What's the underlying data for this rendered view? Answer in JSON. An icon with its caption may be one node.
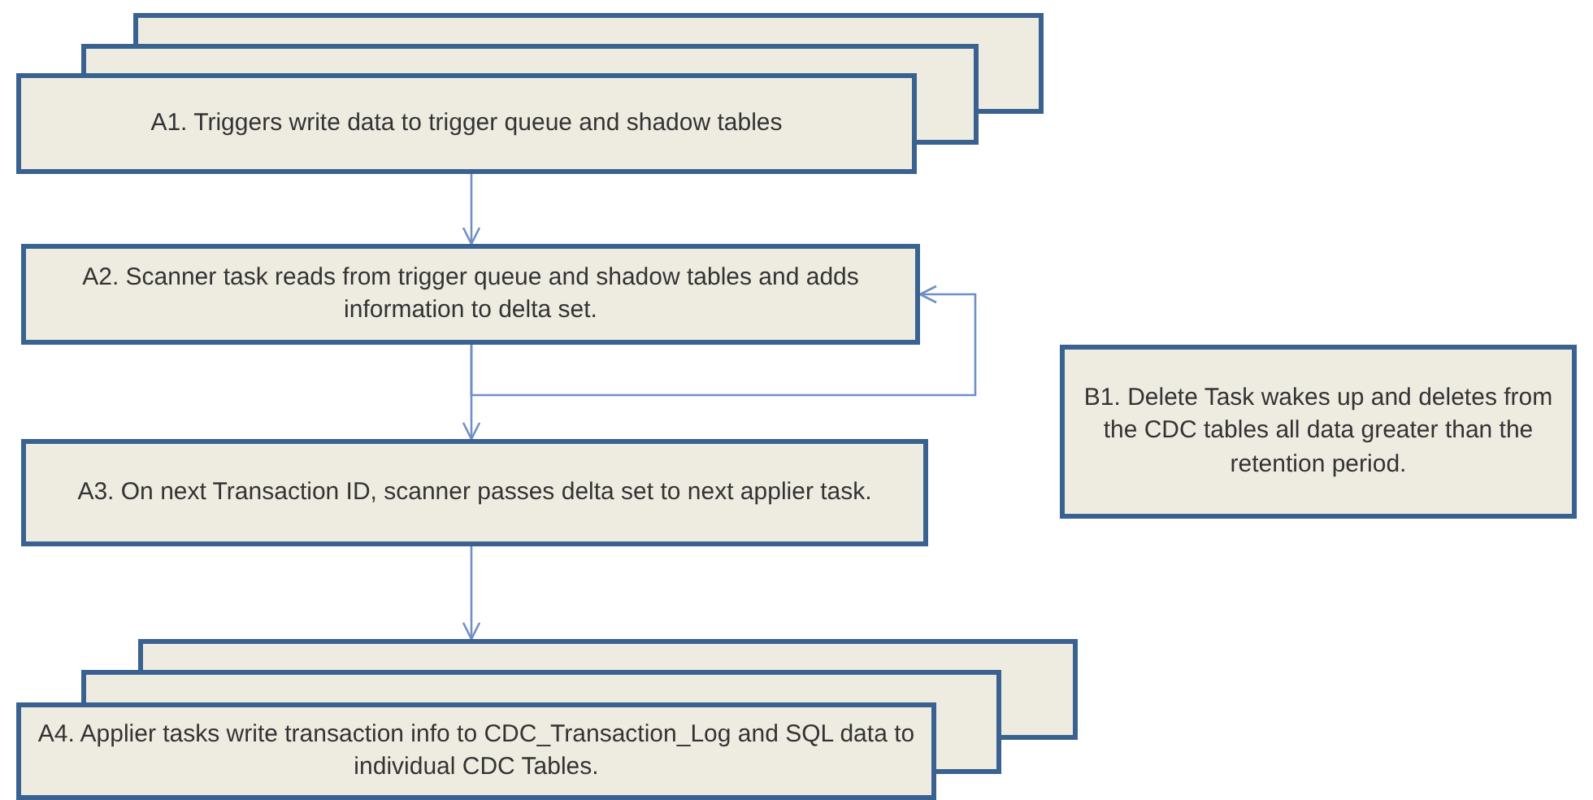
{
  "diagram": {
    "nodes": [
      {
        "text": [
          "A1. Triggers write data to trigger queue and shadow tables"
        ]
      },
      {
        "text": [
          "A2. Scanner task reads from trigger queue and shadow tables and adds information to delta set."
        ]
      },
      {
        "text": [
          "B1. Delete Task wakes up and deletes from the CDC tables all data greater than the retention period."
        ]
      },
      {
        "text": [
          "A3. On next Transaction ID, scanner passes delta set to next applier task."
        ]
      },
      {
        "text": [
          "A4. Applier tasks write transaction info to CDC_Transaction_Log and SQL data to individual CDC Tables."
        ]
      }
    ],
    "edges": [
      {
        "from": 0,
        "to": 1,
        "arrow": "to"
      },
      {
        "from": 1,
        "to": 1,
        "arrow": "to"
      },
      {
        "from": 1,
        "to": 3,
        "arrow": "to"
      },
      {
        "from": 3,
        "to": 4,
        "arrow": "to"
      }
    ]
  }
}
